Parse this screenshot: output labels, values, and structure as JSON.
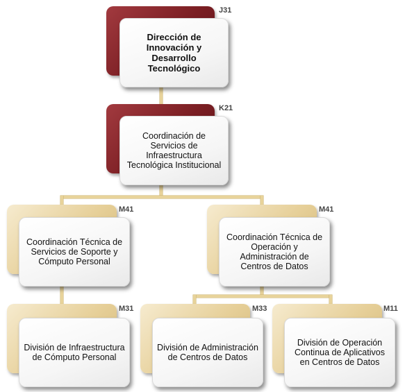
{
  "nodes": {
    "direccion": {
      "code": "J31",
      "label": "Dirección de Innovación y Desarrollo Tecnológico"
    },
    "coord_servicios": {
      "code": "K21",
      "label": "Coordinación de Servicios de Infraestructura Tecnológica Institucional"
    },
    "coord_soporte": {
      "code": "M41",
      "label": "Coordinación Técnica de Servicios de Soporte y Cómputo Personal"
    },
    "coord_operacion": {
      "code": "M41",
      "label": "Coordinación Técnica de Operación y Administración de Centros de Datos"
    },
    "div_infra": {
      "code": "M31",
      "label": "División de Infraestructura de Cómputo Personal"
    },
    "div_admin": {
      "code": "M33",
      "label": "División de Administración de Centros de Datos"
    },
    "div_operacion": {
      "code": "M11",
      "label": "División de Operación Continua de Aplicativos en Centros de Datos"
    }
  },
  "colors": {
    "top_back": "#7a1e23",
    "lower_back": "#e6cf98",
    "connector": "#e8d39a"
  }
}
